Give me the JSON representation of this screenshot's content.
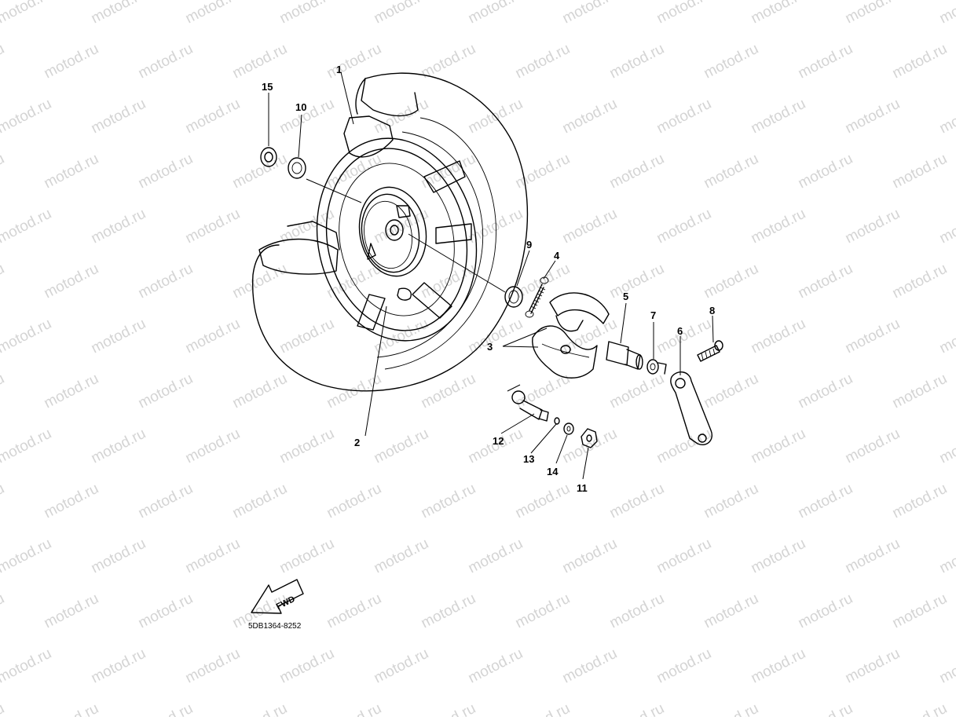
{
  "watermark": "motod.ru",
  "diagram_code": "5DB1364-8252",
  "direction_label": "FWD",
  "callouts": {
    "c1": "1",
    "c2": "2",
    "c3": "3",
    "c4": "4",
    "c5": "5",
    "c6": "6",
    "c7": "7",
    "c8": "8",
    "c9": "9",
    "c10": "10",
    "c11": "11",
    "c12": "12",
    "c13": "13",
    "c14": "14",
    "c15": "15"
  }
}
